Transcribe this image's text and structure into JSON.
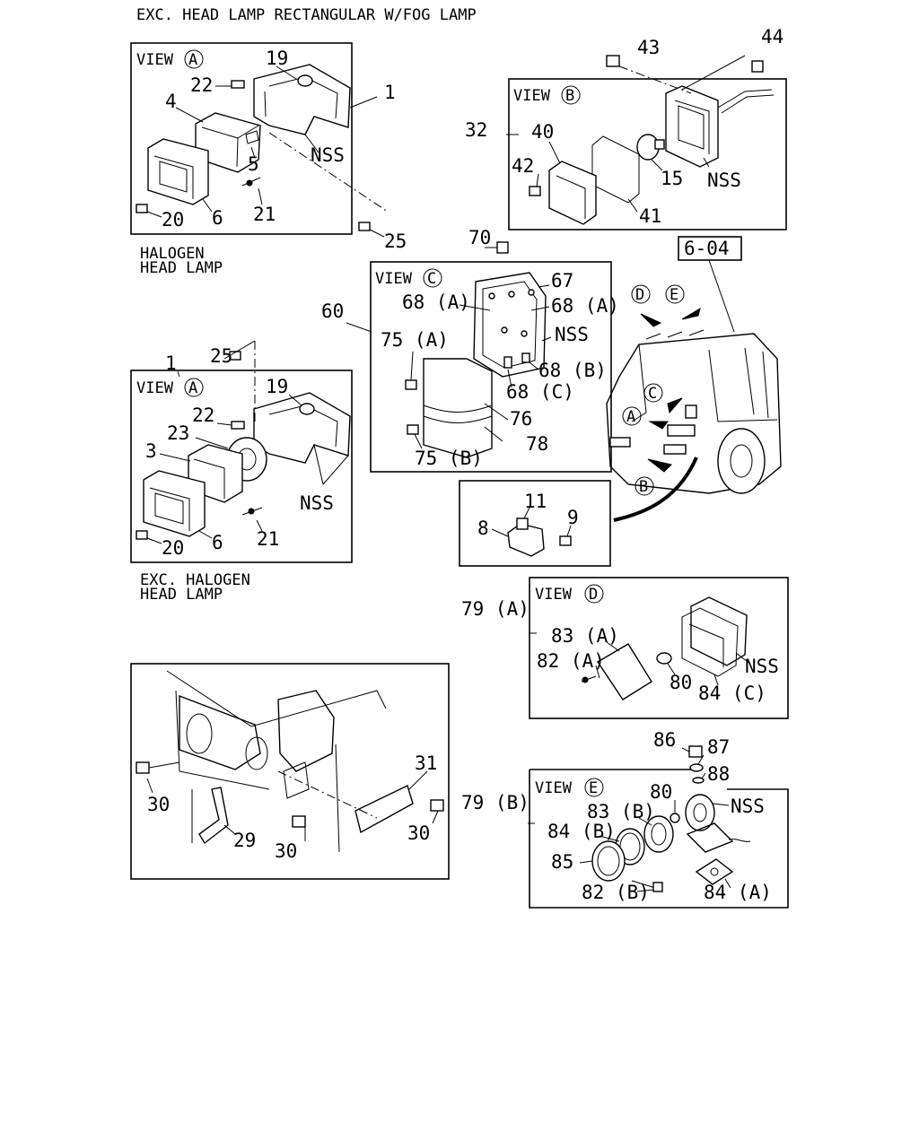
{
  "header": {
    "title": "EXC. HEAD LAMP RECTANGULAR W/FOG LAMP"
  },
  "ref_page": "6-04",
  "views": {
    "a1": {
      "view_word": "VIEW",
      "view_letter": "A",
      "caption_1": "HALOGEN",
      "caption_2": "HEAD LAMP"
    },
    "a2": {
      "view_word": "VIEW",
      "view_letter": "A",
      "caption_1": "EXC. HALOGEN",
      "caption_2": "HEAD LAMP"
    },
    "b": {
      "view_word": "VIEW",
      "view_letter": "B"
    },
    "c": {
      "view_word": "VIEW",
      "view_letter": "C"
    },
    "d": {
      "view_word": "VIEW",
      "view_letter": "D"
    },
    "e": {
      "view_word": "VIEW",
      "view_letter": "E"
    }
  },
  "truck_markers": [
    "D",
    "E",
    "C",
    "A",
    "B"
  ],
  "callouts": {
    "a1": [
      "19",
      "22",
      "4",
      "1",
      "NSS",
      "5",
      "21",
      "20",
      "6",
      "25"
    ],
    "a2": [
      "25",
      "1",
      "19",
      "22",
      "23",
      "3",
      "NSS",
      "20",
      "6",
      "21"
    ],
    "b": [
      "43",
      "44",
      "32",
      "40",
      "42",
      "15",
      "NSS",
      "41"
    ],
    "c": [
      "70",
      "67",
      "68 (A)",
      "68 (A)",
      "60",
      "NSS",
      "75 (A)",
      "68 (B)",
      "68 (C)",
      "76",
      "78",
      "75 (B)"
    ],
    "clip": [
      "11",
      "8",
      "9"
    ],
    "d": [
      "79 (A)",
      "83 (A)",
      "82 (A)",
      "NSS",
      "80",
      "84 (C)"
    ],
    "e": [
      "86",
      "87",
      "88",
      "79 (B)",
      "80",
      "NSS",
      "83 (B)",
      "84 (B)",
      "85",
      "82 (B)",
      "84 (A)"
    ],
    "frame": [
      "31",
      "30",
      "30",
      "29",
      "30"
    ]
  }
}
